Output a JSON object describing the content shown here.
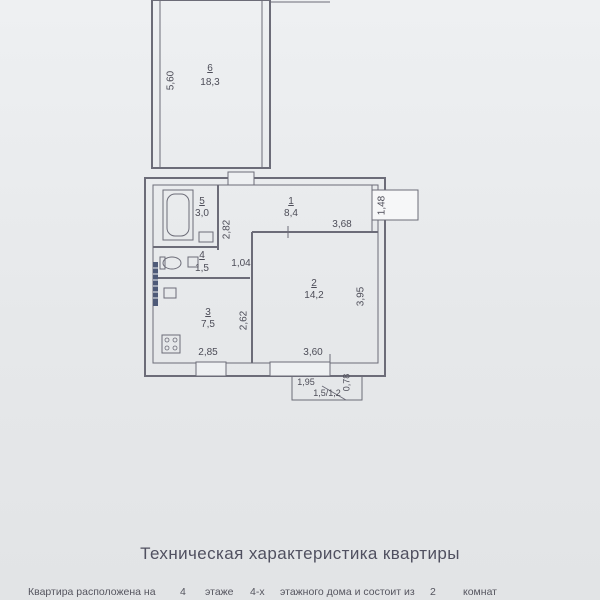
{
  "plan": {
    "rooms": [
      {
        "number": "6",
        "area": "18,3"
      },
      {
        "number": "5",
        "area": "3,0"
      },
      {
        "number": "1",
        "area": "8,4"
      },
      {
        "number": "4",
        "area": "1,5"
      },
      {
        "number": "2",
        "area": "14,2"
      },
      {
        "number": "3",
        "area": "7,5"
      }
    ],
    "dimensions": {
      "d_5_60": "5,60",
      "d_1_48": "1,48",
      "d_3_68": "3,68",
      "d_2_82": "2,82",
      "d_1_04": "1,04",
      "d_3_95": "3,95",
      "d_2_62": "2,62",
      "d_2_85": "2,85",
      "d_3_60": "3,60",
      "d_1_95": "1,95",
      "d_0_78": "0,78",
      "balcony": "1,5/1,2"
    }
  },
  "document": {
    "title": "Техническая характеристика квартиры",
    "line": {
      "text1": "Квартира расположена на",
      "floor": "4",
      "text2": "этаже",
      "floors_total": "4-х",
      "text3": "этажного дома и состоит из",
      "rooms": "2",
      "text4": "комнат"
    }
  }
}
